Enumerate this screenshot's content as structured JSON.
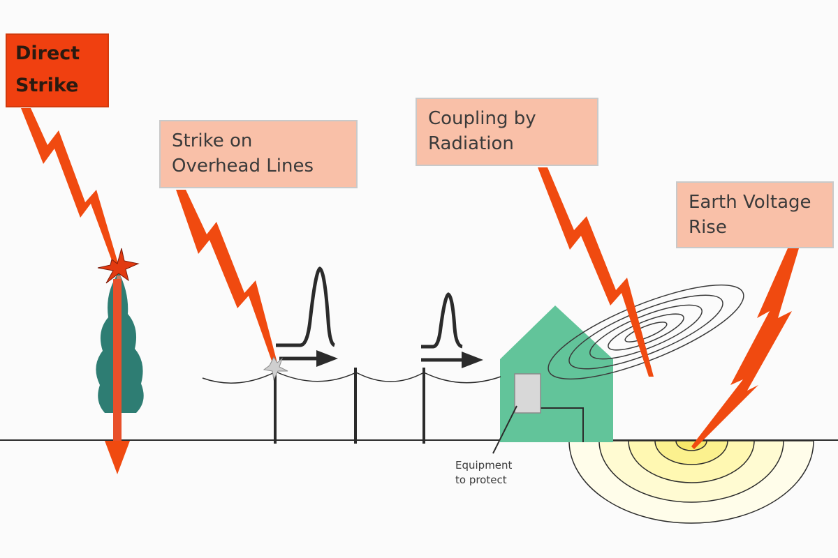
{
  "labels": {
    "direct_strike": [
      "Direct",
      "Strike"
    ],
    "overhead": [
      "Strike on",
      "Overhead Lines"
    ],
    "radiation": [
      "Coupling by",
      "Radiation"
    ],
    "earth": [
      "Earth Voltage",
      "Rise"
    ],
    "equipment": [
      "Equipment",
      "to protect"
    ]
  },
  "colors": {
    "lightning": "#f04a10",
    "box_fill": "#f9c0a8",
    "direct_box_fill": "#f04010",
    "house": "#62c49a",
    "tree": "#2e7d73",
    "line": "#2b2b2b",
    "ground_glow": "#f7f28a"
  },
  "icons": [
    "lightning-bolt-icon",
    "tree-icon",
    "house-icon",
    "utility-pole-icon",
    "surge-pulse-icon",
    "arrow-icon",
    "equipment-box-icon"
  ]
}
